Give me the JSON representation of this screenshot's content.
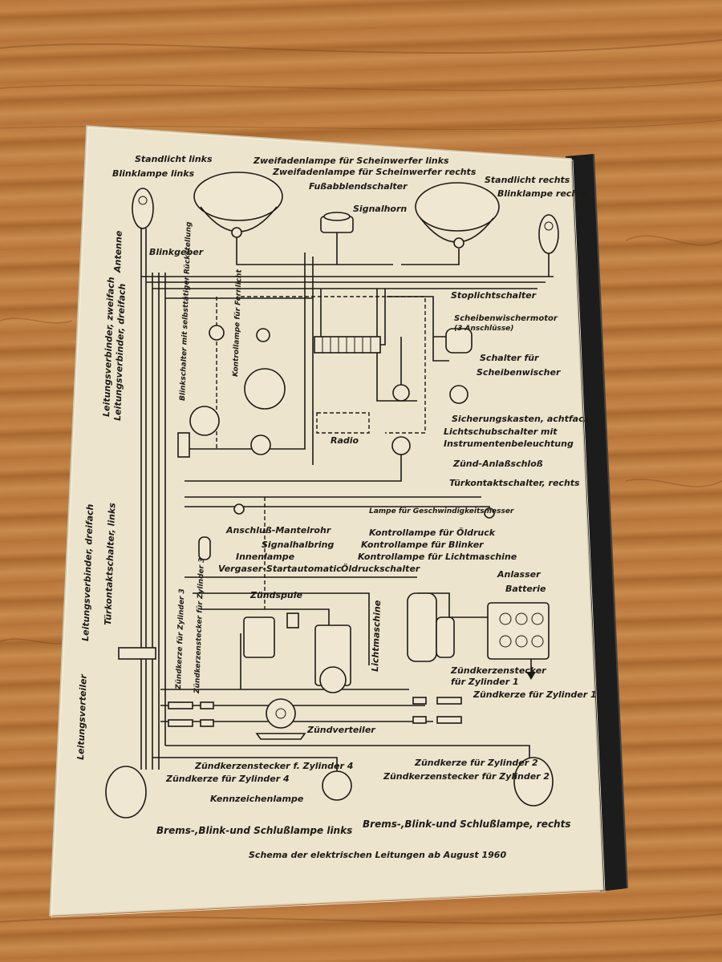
{
  "diagram": {
    "caption": "Schema der elektrischen Leitungen ab August 1960",
    "labels": {
      "standlicht_links": "Standlicht links",
      "blinklampe_links": "Blinklampe links",
      "zweifaden_links": "Zweifadenlampe für Scheinwerfer links",
      "zweifaden_rechts": "Zweifadenlampe für Scheinwerfer rechts",
      "fussabblendschalter": "Fußabblendschalter",
      "signalhorn": "Signalhorn",
      "standlicht_rechts": "Standlicht rechts",
      "blinklampe_rechts": "Blinklampe rechts",
      "antenne": "Antenne",
      "blinkgeber": "Blinkgeber",
      "leitungsverbinder_zweifach": "Leitungsverbinder, zweifach",
      "leitungsverbinder_dreifach_top": "Leitungsverbinder, dreifach",
      "blinkschalter": "Blinkschalter mit selbsttätiger Rückstellung",
      "kontrolllampe_fernlicht": "Kontrollampe für Fernlicht",
      "stoplichtschalter": "Stoplichtschalter",
      "scheibenwischermotor": "Scheibenwischermotor",
      "anschluesse": "(3 Anschlüsse)",
      "schalter_scheibenwischer_1": "Schalter für",
      "schalter_scheibenwischer_2": "Scheibenwischer",
      "sicherungskasten": "Sicherungskasten, achtfach",
      "lichtschubschalter_1": "Lichtschubschalter mit",
      "lichtschubschalter_2": "Instrumentenbeleuchtung",
      "radio": "Radio",
      "zuend_anlassschloss": "Zünd-Anlaßschloß",
      "tuerkontakt_rechts": "Türkontaktschalter, rechts",
      "lampe_geschwindigkeit": "Lampe für Geschwindigkeitsmesser",
      "kontrolllampe_oeldruck": "Kontrollampe für Öldruck",
      "kontrolllampe_blinker": "Kontrollampe für Blinker",
      "kontrolllampe_lichtmaschine": "Kontrollampe für Lichtmaschine",
      "anschluss_mantelrohr": "Anschluß-Mantelrohr",
      "signalhalbring": "Signalhalbring",
      "innenlampe": "Innenlampe",
      "vergaser": "Vergaser-Startautomatic",
      "oeldruckschalter": "Öldruckschalter",
      "anlasser": "Anlasser",
      "batterie": "Batterie",
      "leitungsverbinder_dreifach": "Leitungsverbinder, dreifach",
      "tuerkontakt_links": "Türkontaktschalter, links",
      "zuendspule": "Zündspule",
      "lichtmaschine": "Lichtmaschine",
      "zk_zyl3": "Zündkerze für Zylinder 3",
      "zks_zyl3": "Zündkerzenstecker für Zylinder 3",
      "zks_zyl1_1": "Zündkerzenstecker",
      "zks_zyl1_2": "für Zylinder 1",
      "zk_zyl1": "Zündkerze für Zylinder 1",
      "leitungsverteiler": "Leitungsverteiler",
      "zuendverteiler": "Zündverteiler",
      "zks_zyl4": "Zündkerzenstecker f. Zylinder 4",
      "zk_zyl4": "Zündkerze für Zylinder 4",
      "zk_zyl2": "Zündkerze für Zylinder 2",
      "zks_zyl2": "Zündkerzenstecker für Zylinder 2",
      "kennzeichenlampe": "Kennzeichenlampe",
      "brems_links": "Brems-,Blink-und Schlußlampe links",
      "brems_rechts": "Brems-,Blink-und Schlußlampe, rechts"
    }
  }
}
